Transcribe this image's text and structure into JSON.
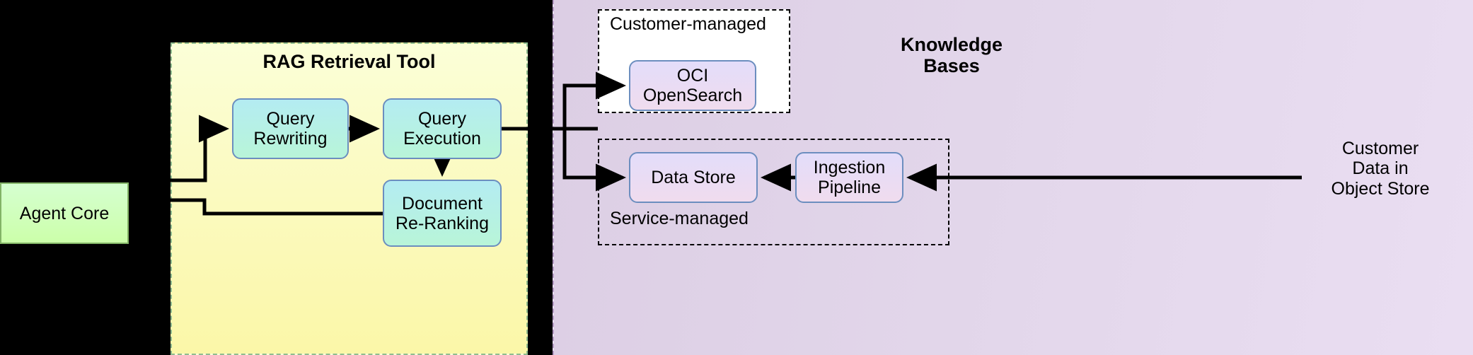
{
  "diagram": {
    "title": "RAG Retrieval architecture",
    "background_color": "#000000"
  },
  "agent": {
    "label": "Agent Core",
    "fill": "#ccffaa",
    "stroke": "#82b366"
  },
  "rag_panel": {
    "title": "RAG Retrieval Tool",
    "fill": "#fbf7a8",
    "stroke": "#8fbc8f",
    "border_style": "dashed",
    "nodes": [
      {
        "label": "Query\nRewriting",
        "fill": "#b4ecf2",
        "stroke": "#6c8ebf"
      },
      {
        "label": "Query\nExecution",
        "fill": "#b4ecf2",
        "stroke": "#6c8ebf"
      },
      {
        "label": "Document\nRe-Ranking",
        "fill": "#b4ecf2",
        "stroke": "#6c8ebf"
      }
    ]
  },
  "knowledge_bases": {
    "title": "Knowledge\nBases",
    "fill": "#e2d6ea",
    "stroke": "#b49ac4",
    "groups": [
      {
        "label": "Customer-managed",
        "fill": "#ffffff",
        "border_style": "dashed",
        "nodes": [
          {
            "label": "OCI\nOpenSearch",
            "fill": "#e3ddfa",
            "stroke": "#6c8ebf"
          }
        ]
      },
      {
        "label": "Service-managed",
        "fill": "transparent",
        "border_style": "dashed",
        "nodes": [
          {
            "label": "Data Store",
            "fill": "#e3ddfa",
            "stroke": "#6c8ebf"
          },
          {
            "label": "Ingestion\nPipeline",
            "fill": "#e3ddfa",
            "stroke": "#6c8ebf"
          }
        ]
      }
    ],
    "external_source": {
      "label": "Customer\nData in\nObject Store"
    }
  },
  "edges": [
    {
      "from": "Agent Core",
      "to": "Query Rewriting",
      "arrow": true
    },
    {
      "from": "Query Rewriting",
      "to": "Query Execution",
      "arrow": true
    },
    {
      "from": "Query Execution",
      "to": "Document Re-Ranking",
      "arrow": true
    },
    {
      "from": "Document Re-Ranking",
      "to": "Agent Core",
      "arrow": false
    },
    {
      "from": "Query Execution",
      "to": "OCI OpenSearch",
      "arrow": true
    },
    {
      "from": "Query Execution",
      "to": "Data Store",
      "arrow": true
    },
    {
      "from": "Ingestion Pipeline",
      "to": "Data Store",
      "arrow": true
    },
    {
      "from": "Customer Data in Object Store",
      "to": "Ingestion Pipeline",
      "arrow": true
    }
  ]
}
